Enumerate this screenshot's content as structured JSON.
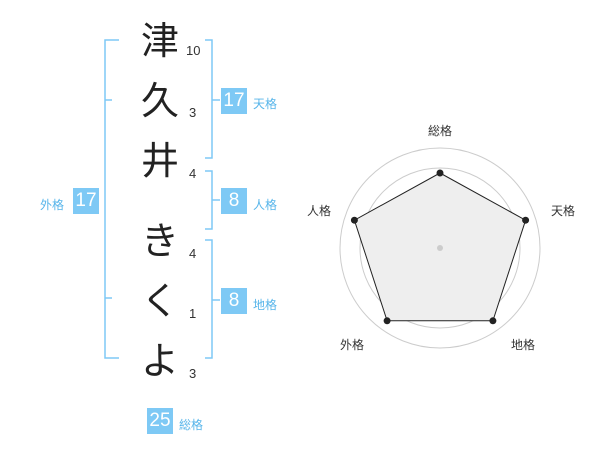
{
  "name_chars": [
    {
      "char": "津",
      "strokes": "10"
    },
    {
      "char": "久",
      "strokes": "3"
    },
    {
      "char": "井",
      "strokes": "4"
    },
    {
      "char": "き",
      "strokes": "4"
    },
    {
      "char": "く",
      "strokes": "1"
    },
    {
      "char": "よ",
      "strokes": "3"
    }
  ],
  "categories": {
    "tenkaku": {
      "label": "天格",
      "value": "17"
    },
    "jinkaku": {
      "label": "人格",
      "value": "8"
    },
    "chikaku": {
      "label": "地格",
      "value": "8"
    },
    "gaikaku": {
      "label": "外格",
      "value": "17"
    },
    "soukaku": {
      "label": "総格",
      "value": "25"
    }
  },
  "radar": {
    "axes": [
      "総格",
      "天格",
      "地格",
      "外格",
      "人格"
    ],
    "levels": [
      0.75,
      0.9,
      0.9,
      0.9,
      0.9
    ],
    "colors": {
      "stroke": "#222222",
      "fill": "#eeeeee",
      "ring": "#cccccc"
    }
  },
  "colors": {
    "accent": "#7ec9f5",
    "accent_text": "#57b5ea"
  }
}
